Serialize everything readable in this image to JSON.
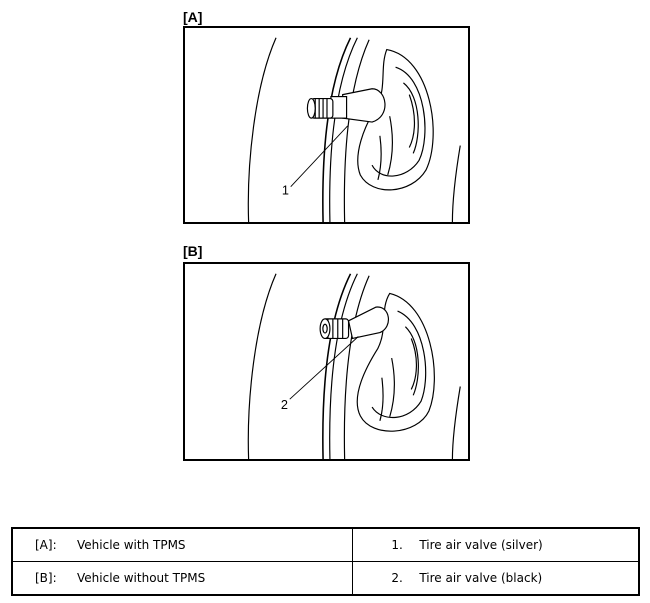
{
  "figure": {
    "panels": [
      {
        "label": "[A]",
        "callout": "1"
      },
      {
        "label": "[B]",
        "callout": "2"
      }
    ]
  },
  "legend": {
    "rows": [
      {
        "code": "[A]:",
        "text": "Vehicle with TPMS",
        "num": "1.",
        "item": "Tire air valve (silver)"
      },
      {
        "code": "[B]:",
        "text": "Vehicle without TPMS",
        "num": "2.",
        "item": "Tire air valve (black)"
      }
    ]
  }
}
